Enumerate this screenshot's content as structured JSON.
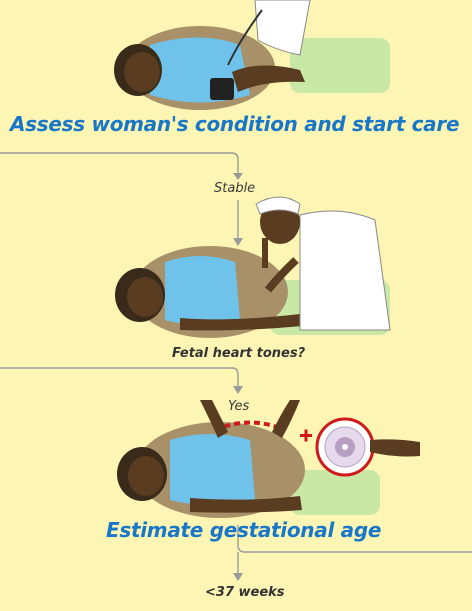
{
  "steps": {
    "assess": "Assess woman's condition and start care",
    "stable": "Stable",
    "fetal": "Fetal heart tones?",
    "yes": "Yes",
    "estimate": "Estimate gestational age",
    "weeks": "<37 weeks"
  },
  "colors": {
    "background": "#fdf5b3",
    "heading": "#1877c8",
    "line": "#9a9a9a",
    "skin": "#3a2a1a",
    "gown": "#6fc3ea",
    "belly": "#a89068",
    "bed": "#c9e8a6",
    "plus": "#d0191b"
  },
  "icons": [
    "pregnant-woman-bp-illustration",
    "nurse-fetoscope-illustration",
    "gestational-wheel-illustration"
  ]
}
